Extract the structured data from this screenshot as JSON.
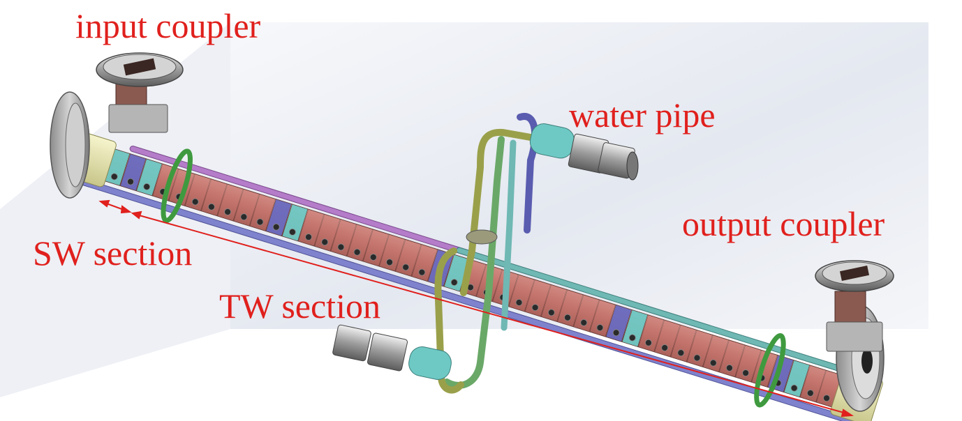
{
  "labels": {
    "input_coupler": "input coupler",
    "water_pipe": "water pipe",
    "output_coupler": "output coupler",
    "sw_section": "SW section",
    "tw_section": "TW section"
  },
  "colors": {
    "label_red": "#e0201d",
    "arrow_red": "#e0201d",
    "cavity_copper": "#c4746c",
    "cavity_blue": "#6a6bc0",
    "cavity_cyan": "#6ec9c4",
    "cavity_green": "#a9d9a2",
    "cooling_pipe_blue": "#7f82cc",
    "cooling_pipe_purple": "#b47cc9",
    "cooling_pipe_teal": "#6fb8b4",
    "manifold_olive": "#9aa04a",
    "manifold_green": "#6aa868",
    "support_ring_green": "#3f9a3f",
    "flange_yellow": "#e6e4a8",
    "flange_grey": "#9a9a9a",
    "background_shade": "#e9ecf3"
  }
}
